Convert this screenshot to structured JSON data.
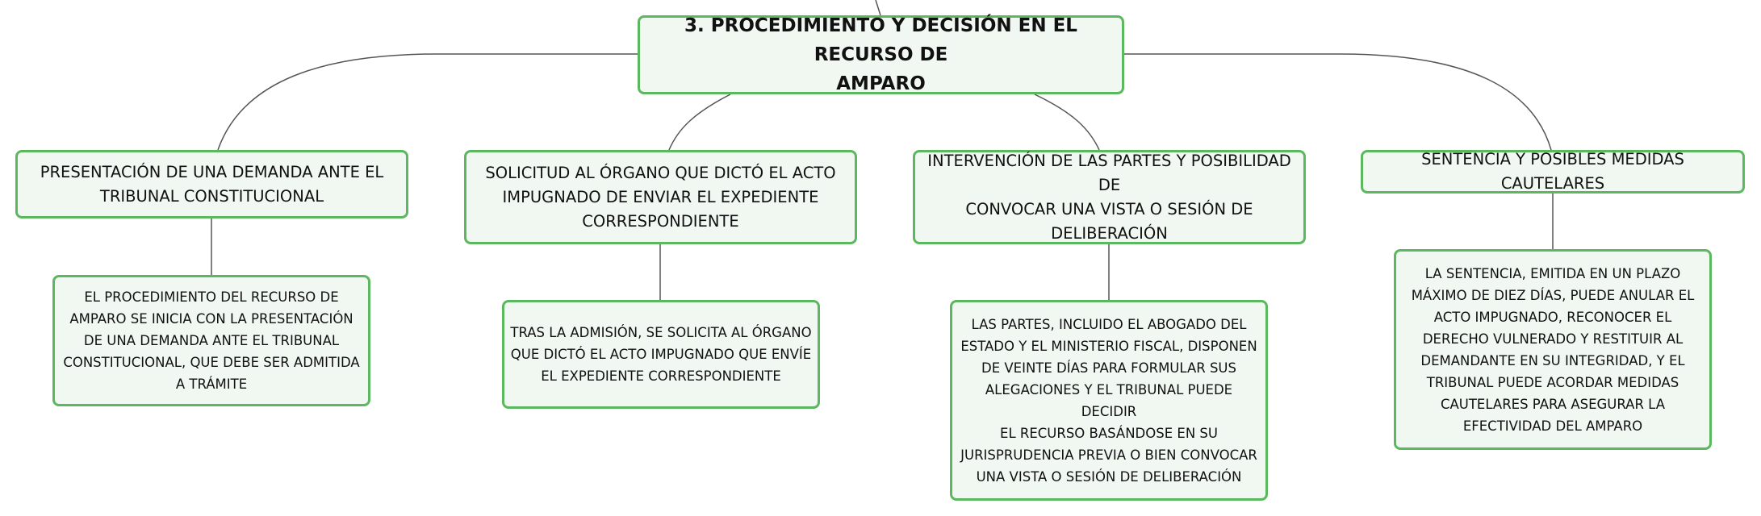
{
  "diagram": {
    "root": {
      "line1": "3. PROCEDIMIENTO Y DECISIÓN EN EL RECURSO DE",
      "line2": "AMPARO"
    },
    "branches": [
      {
        "lines": [
          "PRESENTACIÓN DE UNA DEMANDA ANTE EL",
          "TRIBUNAL CONSTITUCIONAL"
        ],
        "detail": [
          "EL PROCEDIMIENTO DEL RECURSO DE",
          "AMPARO SE INICIA CON LA PRESENTACIÓN",
          "DE UNA DEMANDA ANTE EL TRIBUNAL",
          "CONSTITUCIONAL, QUE DEBE SER ADMITIDA",
          "A TRÁMITE"
        ]
      },
      {
        "lines": [
          "SOLICITUD AL ÓRGANO QUE DICTÓ EL ACTO",
          "IMPUGNADO DE ENVIAR EL EXPEDIENTE",
          "CORRESPONDIENTE"
        ],
        "detail": [
          "TRAS LA ADMISIÓN, SE SOLICITA AL ÓRGANO",
          "QUE DICTÓ EL ACTO IMPUGNADO QUE ENVÍE",
          "EL EXPEDIENTE CORRESPONDIENTE"
        ]
      },
      {
        "lines": [
          "INTERVENCIÓN DE LAS PARTES Y POSIBILIDAD DE",
          "CONVOCAR UNA VISTA O SESIÓN DE",
          "DELIBERACIÓN"
        ],
        "detail": [
          "LAS PARTES, INCLUIDO EL ABOGADO DEL",
          "ESTADO Y EL MINISTERIO FISCAL, DISPONEN",
          "DE VEINTE DÍAS PARA FORMULAR SUS",
          "ALEGACIONES Y EL TRIBUNAL PUEDE DECIDIR",
          "EL RECURSO BASÁNDOSE EN SU",
          "JURISPRUDENCIA PREVIA O BIEN CONVOCAR",
          "UNA VISTA O SESIÓN DE DELIBERACIÓN"
        ]
      },
      {
        "lines": [
          "SENTENCIA Y POSIBLES MEDIDAS CAUTELARES"
        ],
        "detail": [
          "LA SENTENCIA, EMITIDA EN UN PLAZO",
          "MÁXIMO DE DIEZ DÍAS, PUEDE ANULAR EL",
          "ACTO IMPUGNADO, RECONOCER EL",
          "DERECHO VULNERADO Y RESTITUIR AL",
          "DEMANDANTE EN SU INTEGRIDAD, Y EL",
          "TRIBUNAL PUEDE ACORDAR MEDIDAS",
          "CAUTELARES PARA ASEGURAR LA",
          "EFECTIVIDAD DEL AMPARO"
        ]
      }
    ],
    "colors": {
      "border": "#5cb85f",
      "fill": "#f1f8f2",
      "connector": "#555555"
    }
  }
}
